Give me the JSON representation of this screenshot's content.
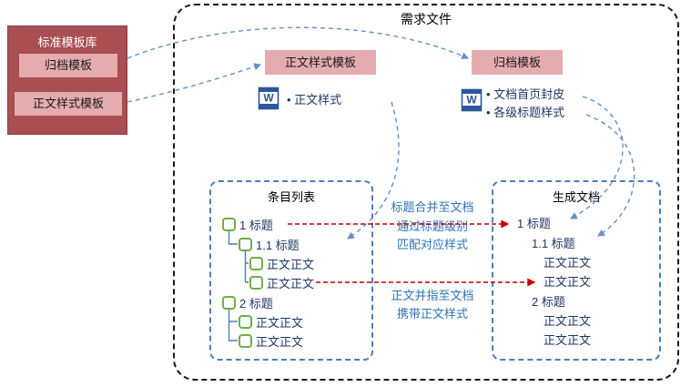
{
  "library": {
    "title": "标准模板库",
    "items": [
      "归档模板",
      "正文样式模板"
    ]
  },
  "container": {
    "title": "需求文件",
    "body_template": {
      "title": "正文样式模板",
      "bullets": [
        "正文样式"
      ]
    },
    "archive_template": {
      "title": "归档模板",
      "bullets": [
        "文档首页封皮",
        "各级标题样式"
      ]
    },
    "entry_list": {
      "title": "条目列表",
      "items": [
        "1 标题",
        "1.1 标题",
        "正文正文",
        "正文正文",
        "2 标题",
        "正文正文",
        "正文正文"
      ]
    },
    "generated_doc": {
      "title": "生成文档",
      "items": [
        "1 标题",
        "1.1 标题",
        "正文正文",
        "正文正文",
        "2 标题",
        "正文正文",
        "正文正文"
      ]
    },
    "annotations": {
      "heading_flow": [
        "标题合并至文档",
        "通过标题级别",
        "匹配对应样式"
      ],
      "body_flow": [
        "正文并指至文档",
        "携带正文样式"
      ]
    }
  },
  "icons": {
    "word_letter": "W"
  },
  "colors": {
    "library_bg": "#A94E52",
    "pink_box": "#E5ACAF",
    "blue_dashed": "#4A7EBB",
    "arrow_blue": "#6890C6",
    "arrow_red": "#C00000",
    "tree_icon_border": "#6FAE46",
    "note_text": "#2E74B5",
    "item_text": "#1F3864",
    "word_icon": "#2B579A"
  }
}
